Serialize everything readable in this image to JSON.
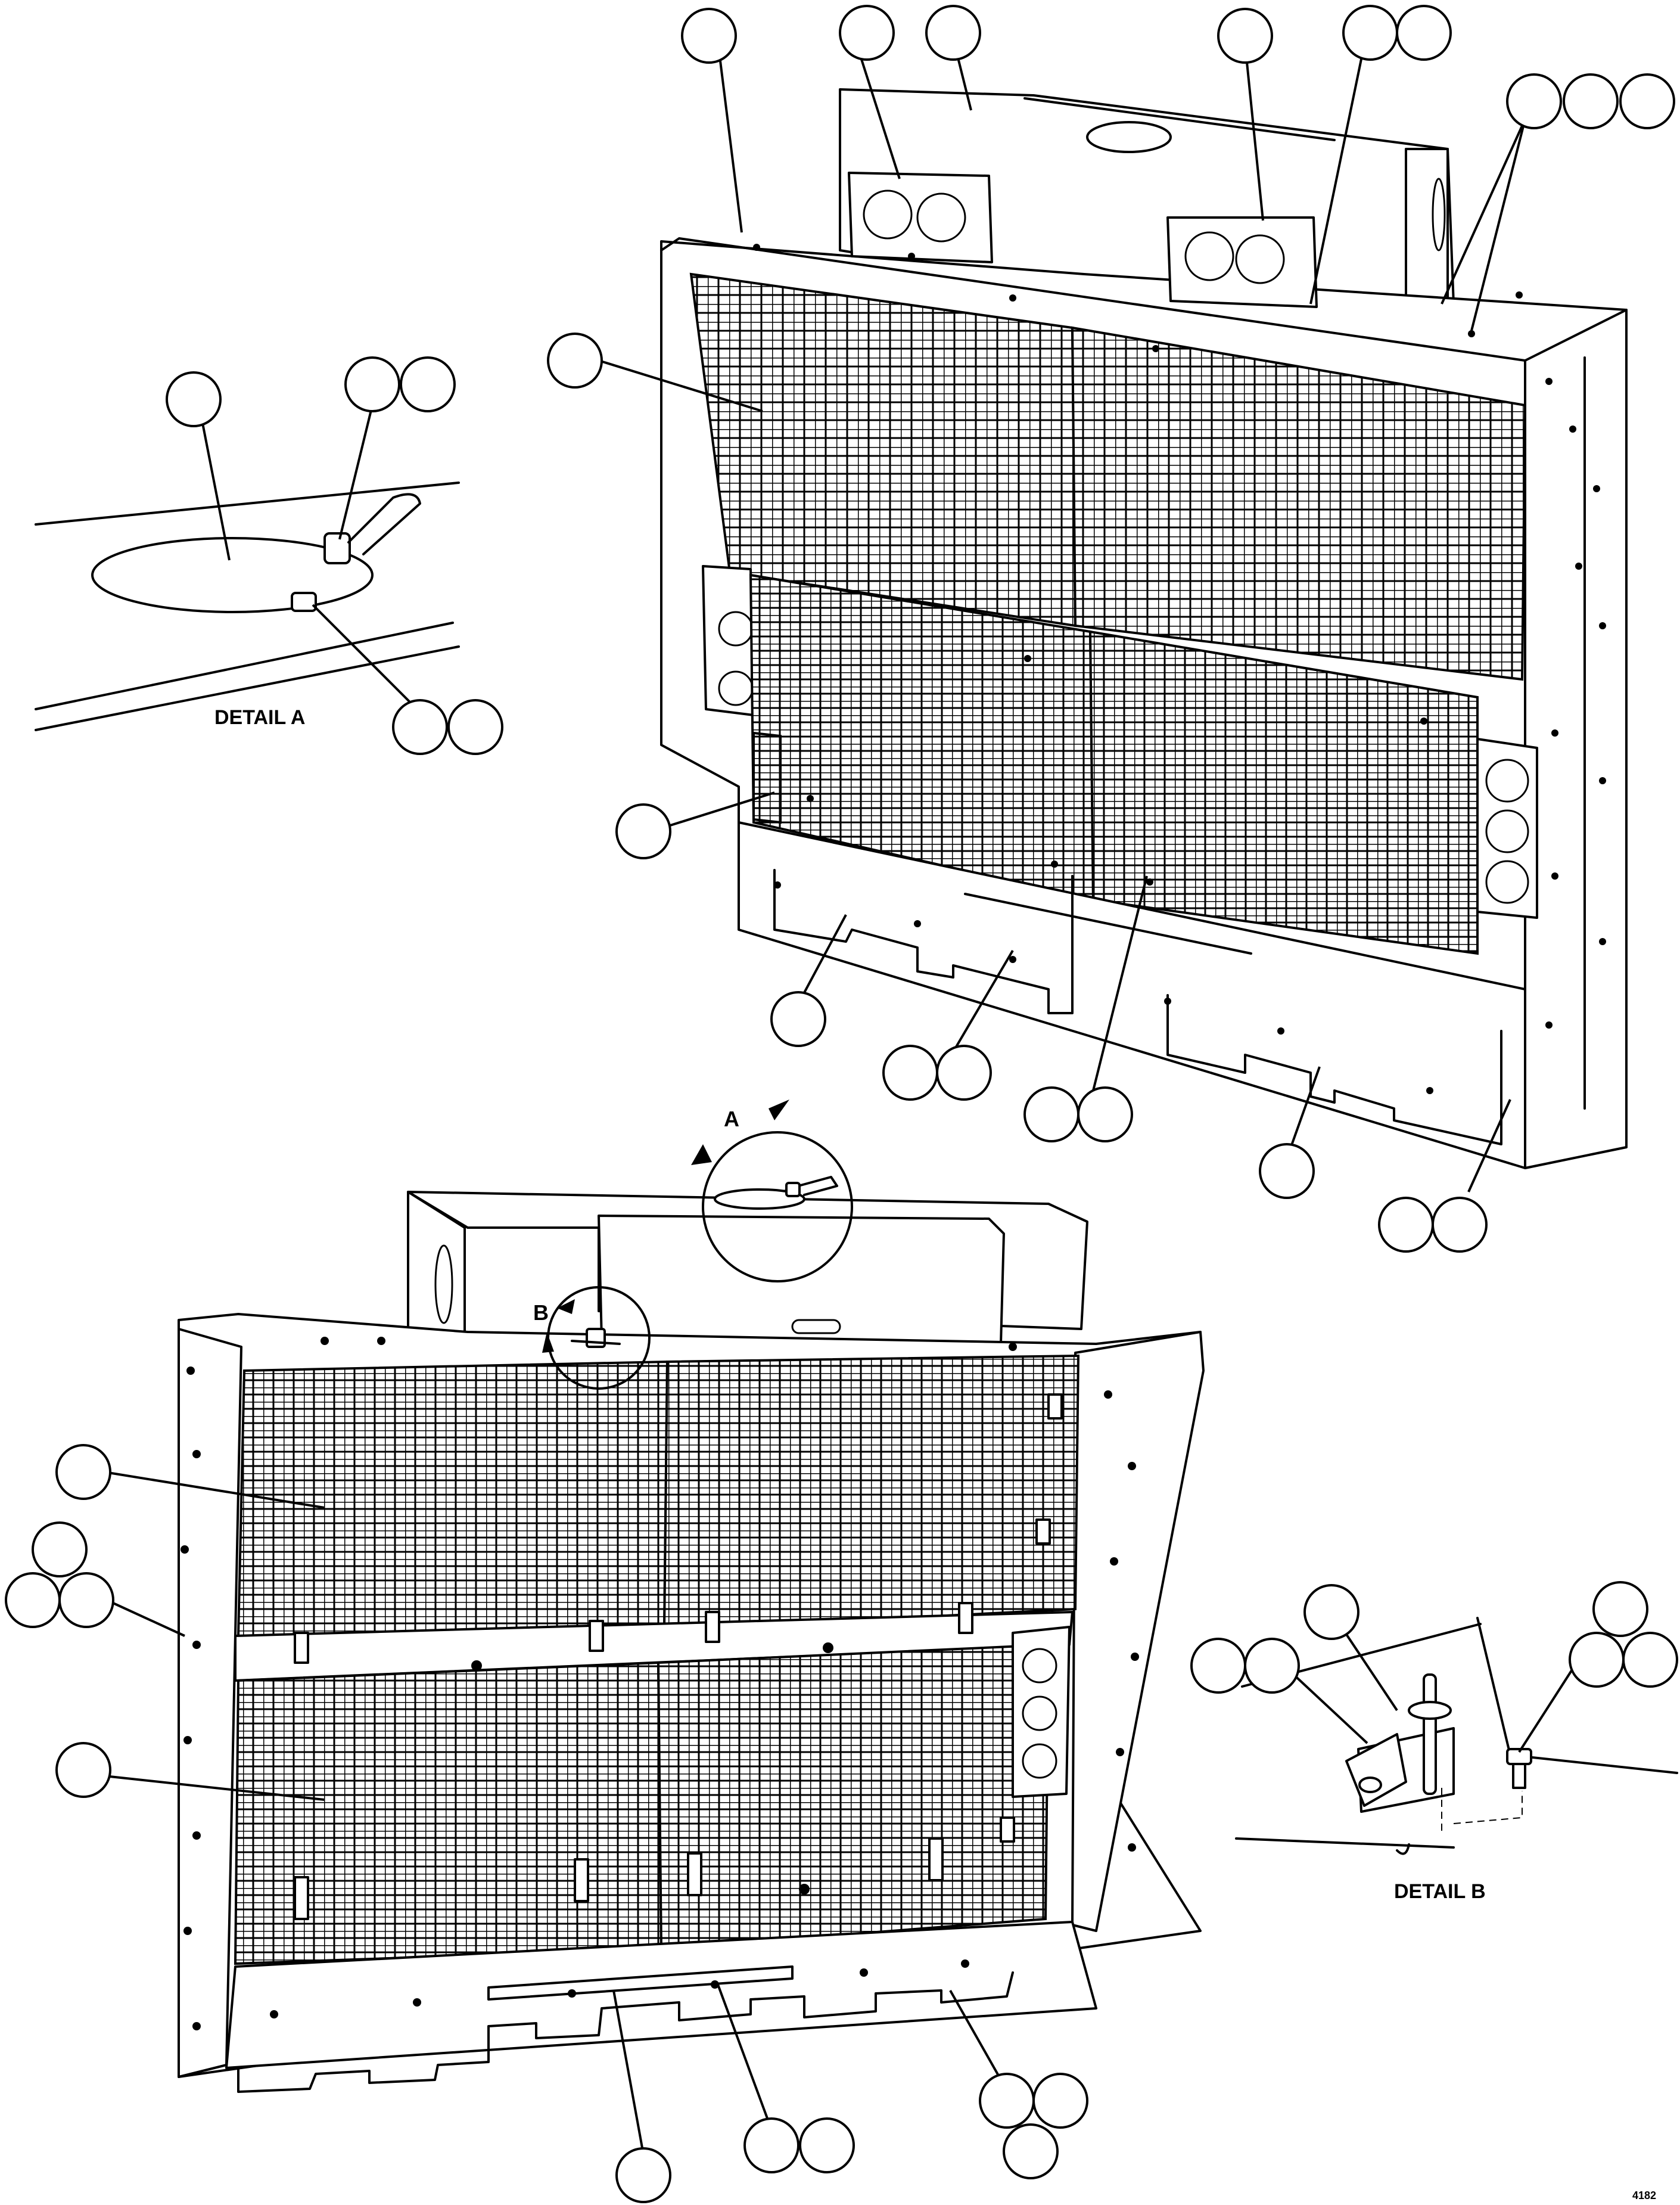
{
  "labels": {
    "detail_a": "DETAIL A",
    "detail_b": "DETAIL B",
    "view_a": "A",
    "view_b": "B",
    "drawing_number": "4182"
  }
}
